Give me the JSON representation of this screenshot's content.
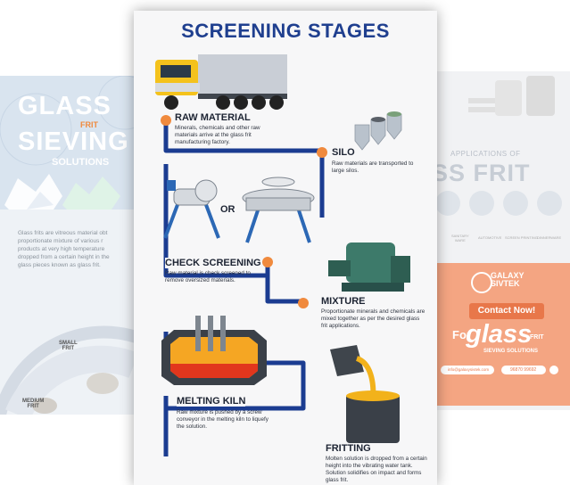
{
  "left_card": {
    "title_line1": "GLASS",
    "frit_word": "FRIT",
    "title_line2": "SIEVING",
    "subtitle": "SOLUTIONS",
    "body_lines": [
      "Glass frits are vitreous material obt",
      "proportionate mixture of various r",
      "products at very high temperature",
      "dropped from a certain height in the",
      "glass pieces known as glass frit."
    ],
    "small_frit": "SMALL\nFRIT",
    "medium_frit": "MEDIUM\nFRIT"
  },
  "main": {
    "title": "SCREENING STAGES",
    "or_label": "OR",
    "stages": [
      {
        "title": "RAW MATERIAL",
        "desc": "Minerals, chemicals and other raw materials arrive at the glass frit manufacturing factory."
      },
      {
        "title": "SILO",
        "desc": "Raw materials are transported to large silos."
      },
      {
        "title": "CHECK SCREENING",
        "desc": "Raw material is check screened to remove oversized materials."
      },
      {
        "title": "MIXTURE",
        "desc": "Proportionate minerals and chemicals are mixed together as per the desired glass frit applications."
      },
      {
        "title": "MELTING KILN",
        "desc": "Raw mixture is pushed by a screw conveyor in the melting kiln to liquefy the solution."
      },
      {
        "title": "FRITTING",
        "desc": "Molten solution is dropped from a certain height into the vibrating water tank. Solution solidifies on impact and forms glass frit."
      }
    ]
  },
  "right_card": {
    "applications_title": "APPLICATIONS OF",
    "big_title": "SS FRIT",
    "app_labels": [
      "SANITARY\nWARE",
      "AUTOMOTIVE",
      "SCREEN PRINTING",
      "DINNERWARE"
    ],
    "brand_line1": "GALAXY",
    "brand_line2": "SIVTEK",
    "contact_button": "Contact Now!",
    "for_text": "For",
    "glass_text": "glass",
    "frit_small": "FRIT",
    "sieving_solutions": "SIEVING SOLUTIONS",
    "email": "info@galaxysivtek.com",
    "phone": "96870 99692"
  },
  "colors": {
    "title_blue": "#1f3f8f",
    "path_blue": "#1b3c91",
    "dot_orange": "#f08a3e",
    "contact_orange": "#f4a582"
  }
}
